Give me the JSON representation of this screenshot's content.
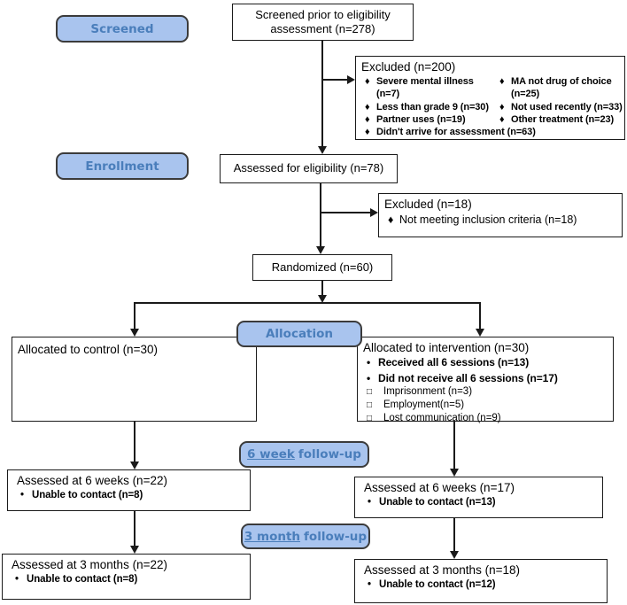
{
  "colors": {
    "stage_fill": "#a9c4ee",
    "stage_border": "#3b3b3b",
    "stage_text": "#4a7ebb",
    "box_border": "#1a1a1a",
    "connector": "#1a1a1a"
  },
  "markers": {
    "diamond": "♦",
    "dot": "•",
    "square": "□"
  },
  "stages": {
    "screened": "Screened",
    "enrollment": "Enrollment",
    "allocation": "Allocation",
    "week6_underlined": "6 week",
    "week6_rest": "follow-up",
    "month3_underlined": "3 month",
    "month3_rest": "follow-up"
  },
  "boxes": {
    "screened": {
      "title": "Screened prior to eligibility assessment (n=278)"
    },
    "excluded200": {
      "title": "Excluded (n=200)",
      "col1": [
        "Severe mental illness (n=7)",
        "Less than grade 9 (n=30)",
        "Partner uses (n=19)",
        "Didn't arrive for assessment (n=63)"
      ],
      "col2": [
        "MA not drug of choice (n=25)",
        "Not used recently (n=33)",
        "Other treatment (n=23)"
      ]
    },
    "eligibility": {
      "title": "Assessed for eligibility (n=78)"
    },
    "excluded18": {
      "title": "Excluded (n=18)",
      "items": [
        "Not meeting inclusion criteria (n=18)"
      ]
    },
    "randomized": {
      "title": "Randomized (n=60)"
    },
    "control": {
      "title": "Allocated to control (n=30)"
    },
    "intervention": {
      "title": "Allocated to intervention (n=30)",
      "bullets": [
        "Received all 6 sessions (n=13)",
        "Did not receive all 6 sessions (n=17)"
      ],
      "subitems": [
        "Imprisonment (n=3)",
        "Employment(n=5)",
        "Lost communication (n=9)"
      ]
    },
    "week6_control": {
      "title": "Assessed at 6 weeks (n=22)",
      "items": [
        "Unable to contact (n=8)"
      ]
    },
    "week6_intervention": {
      "title": "Assessed at 6 weeks (n=17)",
      "items": [
        "Unable to contact (n=13)"
      ]
    },
    "month3_control": {
      "title": "Assessed at 3 months (n=22)",
      "items": [
        "Unable to contact (n=8)"
      ]
    },
    "month3_intervention": {
      "title": "Assessed at 3 months (n=18)",
      "items": [
        "Unable to contact (n=12)"
      ]
    }
  }
}
